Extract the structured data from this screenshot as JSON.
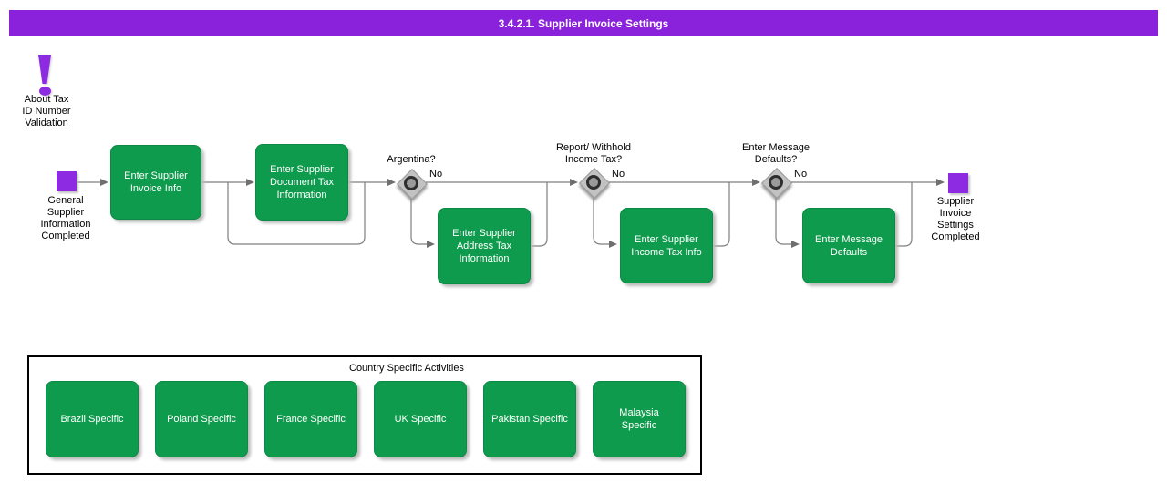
{
  "title_bar": {
    "label": "3.4.2.1. Supplier Invoice Settings"
  },
  "colors": {
    "header_purple": "#8A22DC",
    "node_purple": "#8D2BE2",
    "activity_green": "#0E9B4D",
    "connector_gray": "#7f7f7f",
    "diamond_gray": "#C2C2C2"
  },
  "note": {
    "label": "About Tax\nID Number\nValidation"
  },
  "flow": {
    "start": {
      "label": "General\nSupplier\nInformation\nCompleted"
    },
    "end": {
      "label": "Supplier\nInvoice\nSettings\nCompleted"
    },
    "steps": [
      {
        "label": "Enter Supplier\nInvoice Info"
      },
      {
        "label": "Enter Supplier\nDocument Tax\nInformation"
      },
      {
        "label": "Enter Supplier\nAddress Tax\nInformation"
      },
      {
        "label": "Enter Supplier\nIncome Tax Info"
      },
      {
        "label": "Enter Message\nDefaults"
      }
    ],
    "decisions": [
      {
        "label": "Argentina?",
        "no_label": "No"
      },
      {
        "label": "Report/ Withhold\nIncome Tax?",
        "no_label": "No"
      },
      {
        "label": "Enter Message\nDefaults?",
        "no_label": "No"
      }
    ]
  },
  "country_panel": {
    "title": "Country Specific Activities",
    "items": [
      "Brazil Specific",
      "Poland Specific",
      "France Specific",
      "UK Specific",
      "Pakistan Specific",
      "Malaysia\nSpecific"
    ]
  }
}
